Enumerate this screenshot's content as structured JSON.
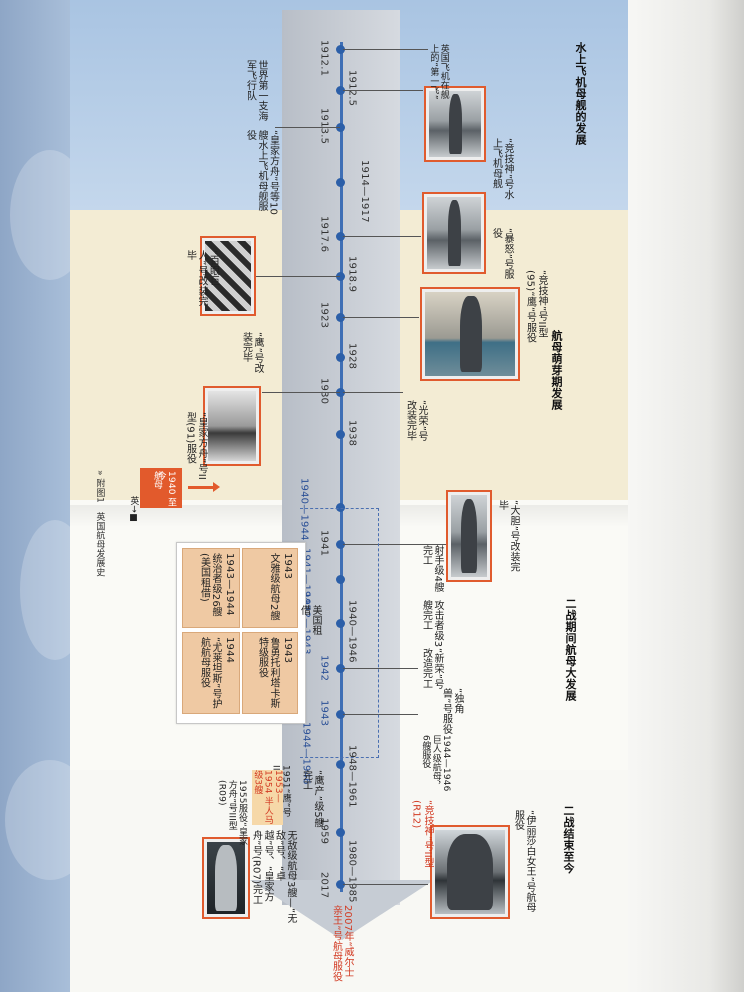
{
  "sections": {
    "seaplane": "水上飞机母舰的发展",
    "trial": "航母萌芽期发展",
    "ww2": "二战期间航母大发展",
    "postwar": "二战结束至今"
  },
  "timeline": {
    "dates": [
      {
        "label": "1912.1"
      },
      {
        "label": "1912.5"
      },
      {
        "label": "1913.5"
      },
      {
        "label": "1914—1917"
      },
      {
        "label": "1917.6"
      },
      {
        "label": "1918.9"
      },
      {
        "label": "1923"
      },
      {
        "label": "1928"
      },
      {
        "label": "1930"
      },
      {
        "label": "1938"
      },
      {
        "label": "1940—1944"
      },
      {
        "label": "1941"
      },
      {
        "label": "1941—1942"
      },
      {
        "label": "1942—1943"
      },
      {
        "label": "1940—1946"
      },
      {
        "label": "1942"
      },
      {
        "label": "1943"
      },
      {
        "label": "1944—1946"
      },
      {
        "label": "1948—1961"
      },
      {
        "label": "1959"
      },
      {
        "label": "1980—1985"
      },
      {
        "label": "2017"
      }
    ],
    "events_right": [
      "英国飞机在舰上的“第一飞”",
      "“竞技神”号水上飞机母舰",
      "“暴怒”号服役",
      "“竞技神”号II型(95)“鹰”号服役",
      "“光荣”号改装完毕",
      "“大胆”号改装完毕",
      "射手级4艘完工",
      "攻击者级3艘完工",
      "“新荣”号改造完工",
      "“独角兽”号服役",
      "1944—1946 巨人级航母，6艘服役",
      "“竞技神”号II型(R12)",
      "“伊丽莎白女王”号航母服役"
    ],
    "events_left": [
      "世界第一支海军飞行队",
      "“皇家方舟”号等10艘水上飞机母舰服役",
      "“百眼巨人”号改装完毕",
      "“鹰”号改装完毕",
      "“皇家方舟”号II型(91)服役",
      "1951“鹰”号II型完工",
      "1953—1954 半人马级3艘",
      "“鹰产”级5艘完工",
      "1955服役“皇家方舟”号III型(R09)",
      "无敌级航母3艘—“无敌”号、“卓越”号、“皇家方舟”号(R07)完工"
    ],
    "bottom_note": "2007年“威尔士亲王”号航母服役"
  },
  "legend": {
    "box_line1": "1940 至今",
    "box_line2": "航母",
    "caption": "英→■"
  },
  "infobox": {
    "header": "美国租借",
    "cells": [
      {
        "year": "1943",
        "text": "文雅级航母2艘"
      },
      {
        "year": "1943—1944",
        "text": "统治者级26艘(美国租借)"
      },
      {
        "year": "1943",
        "text": "鲁勇托利塔卡斯特级服役"
      },
      {
        "year": "1944",
        "text": "“尤莱坦斯”号护航航母服役"
      }
    ]
  },
  "footer": {
    "caption": "» 附图1　英国航母发展史"
  }
}
